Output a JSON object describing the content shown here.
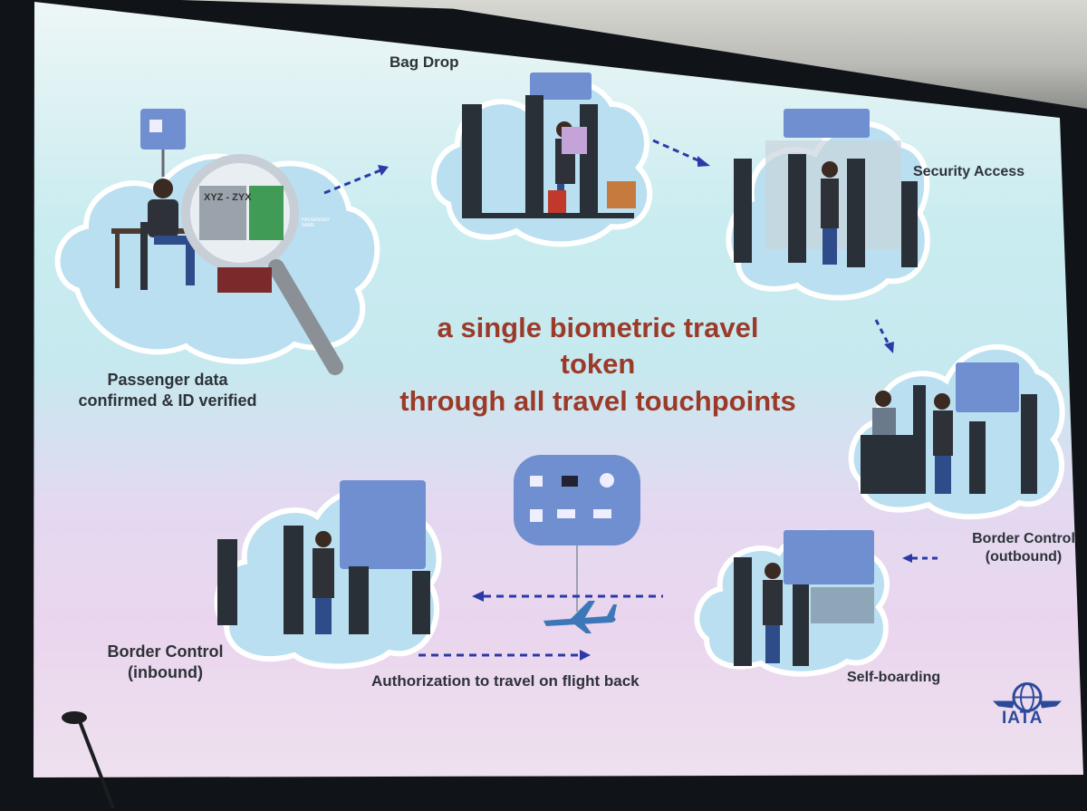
{
  "slide": {
    "headline_line1": "a single biometric travel token",
    "headline_line2": "through all travel touchpoints"
  },
  "steps": {
    "passenger": {
      "line1": "Passenger data",
      "line2": "confirmed & ID verified"
    },
    "bag_drop": {
      "label": "Bag Drop"
    },
    "security": {
      "label": "Security Access"
    },
    "border_out": {
      "line1": "Border Control",
      "line2": "(outbound)"
    },
    "self_boarding": {
      "label": "Self-boarding"
    },
    "authorization": {
      "label": "Authorization to travel on flight back"
    },
    "border_in": {
      "line1": "Border Control",
      "line2": "(inbound)"
    }
  },
  "screen_texts": {
    "route": "XYZ - ZYX",
    "boarding_pass": "PASSENGER NAME"
  },
  "logo": {
    "text": "IATA"
  },
  "colors": {
    "headline": "#9c3a2a",
    "cloud": "#b9dff0",
    "panel": "#6f8fd0",
    "arrow": "#2b3aa8",
    "logo": "#2c4a9a"
  }
}
